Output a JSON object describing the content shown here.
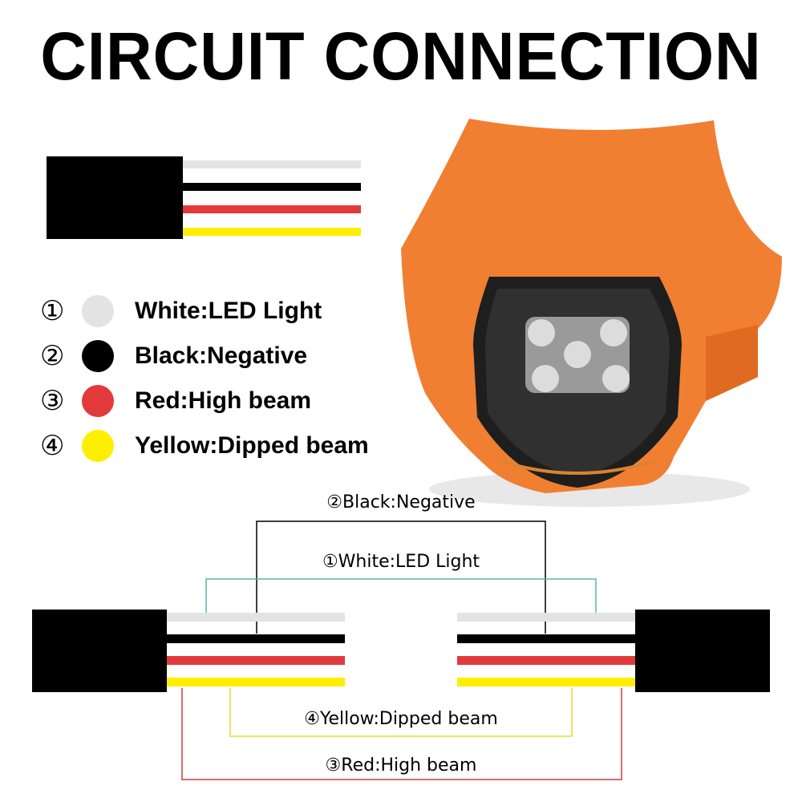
{
  "title": "CIRCUIT CONNECTION",
  "colors": {
    "white_wire": "#e3e3e3",
    "black_wire": "#000000",
    "red_wire": "#e23a3a",
    "yellow_wire": "#ffee00",
    "headlight_orange": "#f07f32",
    "white_line": "#5fb4a8",
    "black_line": "#000000",
    "yellow_line": "#e8dc2a",
    "red_line": "#d03a3a"
  },
  "legend": [
    {
      "num": "①",
      "color_name": "white",
      "label": "White:LED Light"
    },
    {
      "num": "②",
      "color_name": "black",
      "label": "Black:Negative"
    },
    {
      "num": "③",
      "color_name": "red",
      "label": "Red:High beam"
    },
    {
      "num": "④",
      "color_name": "yellow",
      "label": "Yellow:Dipped beam"
    }
  ],
  "connections": {
    "black": "②Black:Negative",
    "white": "①White:LED Light",
    "yellow": "④Yellow:Dipped beam",
    "red": "③Red:High beam"
  }
}
